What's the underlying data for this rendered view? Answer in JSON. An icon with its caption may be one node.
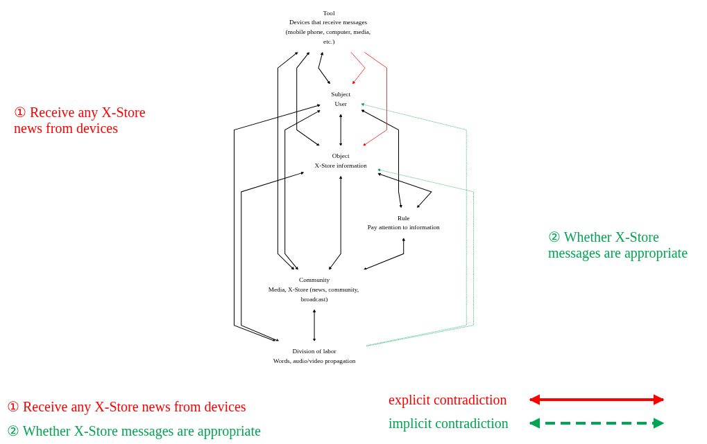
{
  "diagram": {
    "nodes": [
      {
        "text": [
          "Tool",
          "Devices that receive messages (mobile phone, computer, media, etc.)"
        ]
      },
      {
        "text": [
          "Subject",
          "User"
        ]
      },
      {
        "text": [
          "Object",
          "X-Store information"
        ]
      },
      {
        "text": [
          "Rule",
          "Pay attention to information"
        ]
      },
      {
        "text": [
          "Community",
          "Media, X-Store (news, community, broadcast)"
        ]
      },
      {
        "text": [
          "Division of labor",
          "Words, audio/video propagation"
        ]
      }
    ],
    "edges": [
      {
        "from": 0,
        "to": 1,
        "arrow": "both"
      },
      {
        "from": 0,
        "to": 2,
        "arrow": "both"
      },
      {
        "from": 0,
        "to": 4,
        "arrow": "both"
      },
      {
        "from": 1,
        "to": 2,
        "arrow": "both"
      },
      {
        "from": 1,
        "to": 3,
        "arrow": "both"
      },
      {
        "from": 1,
        "to": 4,
        "arrow": "both"
      },
      {
        "from": 1,
        "to": 5,
        "arrow": "both"
      },
      {
        "from": 2,
        "to": 3,
        "arrow": "both"
      },
      {
        "from": 2,
        "to": 4,
        "arrow": "both"
      },
      {
        "from": 2,
        "to": 5,
        "arrow": "both"
      },
      {
        "from": 3,
        "to": 4,
        "arrow": "both"
      },
      {
        "from": 4,
        "to": 5,
        "arrow": "both"
      },
      {
        "from": 0,
        "to": 1,
        "arrow": "to",
        "color": "#ff0000"
      },
      {
        "from": 0,
        "to": 2,
        "arrow": "to",
        "color": "#ff0000"
      },
      {
        "from": 5,
        "to": 1,
        "arrow": "to",
        "style": "dashed",
        "color": "#00a651"
      },
      {
        "from": 5,
        "to": 2,
        "arrow": "to",
        "style": "dashed",
        "color": "#00a651"
      }
    ],
    "labels": [
      "① Receive any X-Store news from devices",
      "② Whether X-Store messages are appropriate",
      "① Receive any X-Store news from devices",
      "② Whether X-Store messages are appropriate"
    ],
    "legend": [
      {
        "text": "explicit contradiction"
      },
      {
        "text": "implicit contradiction"
      }
    ]
  }
}
